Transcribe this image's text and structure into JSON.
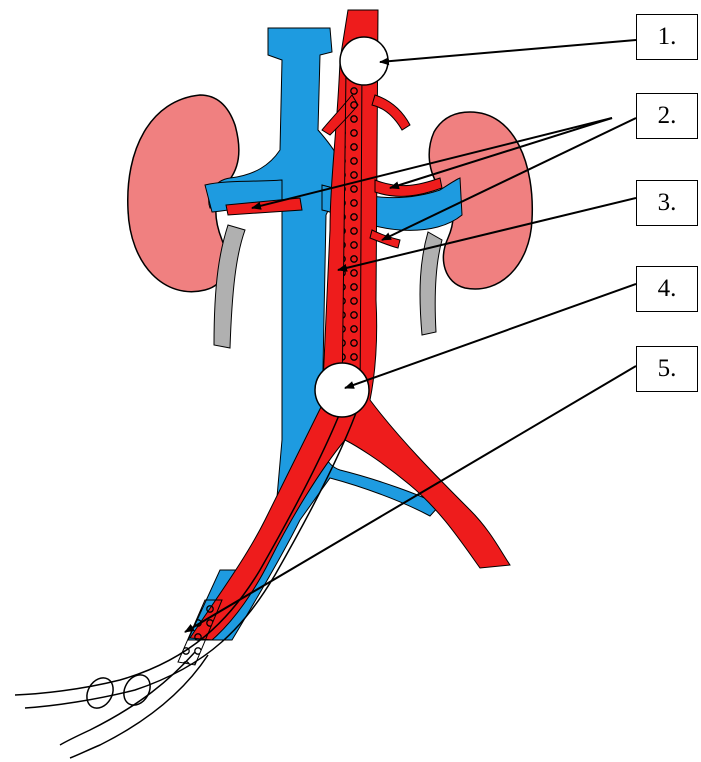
{
  "labels": [
    "1.",
    "2.",
    "3.",
    "4.",
    "5."
  ],
  "colors": {
    "artery": "#ee1c1c",
    "vein": "#1e9be0",
    "kidney": "#f08080",
    "ureter": "#b0b0b0",
    "balloon": "#ffffff",
    "outline": "#000000"
  }
}
